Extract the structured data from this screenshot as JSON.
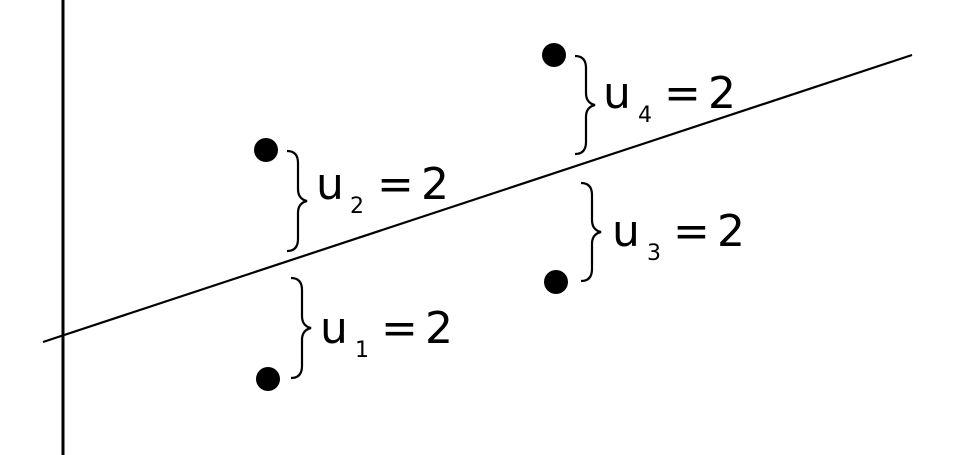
{
  "diagram": {
    "type": "residuals-around-regression-line",
    "stroke_color": "#000000",
    "point_color": "#000000",
    "background_color": "#ffffff",
    "residuals": [
      {
        "id": "u1",
        "symbol": "u",
        "subscript": "1",
        "operator": "=",
        "value": "2",
        "point_side": "below-line"
      },
      {
        "id": "u2",
        "symbol": "u",
        "subscript": "2",
        "operator": "=",
        "value": "2",
        "point_side": "above-line"
      },
      {
        "id": "u3",
        "symbol": "u",
        "subscript": "3",
        "operator": "=",
        "value": "2",
        "point_side": "below-line"
      },
      {
        "id": "u4",
        "symbol": "u",
        "subscript": "4",
        "operator": "=",
        "value": "2",
        "point_side": "above-line"
      }
    ]
  }
}
